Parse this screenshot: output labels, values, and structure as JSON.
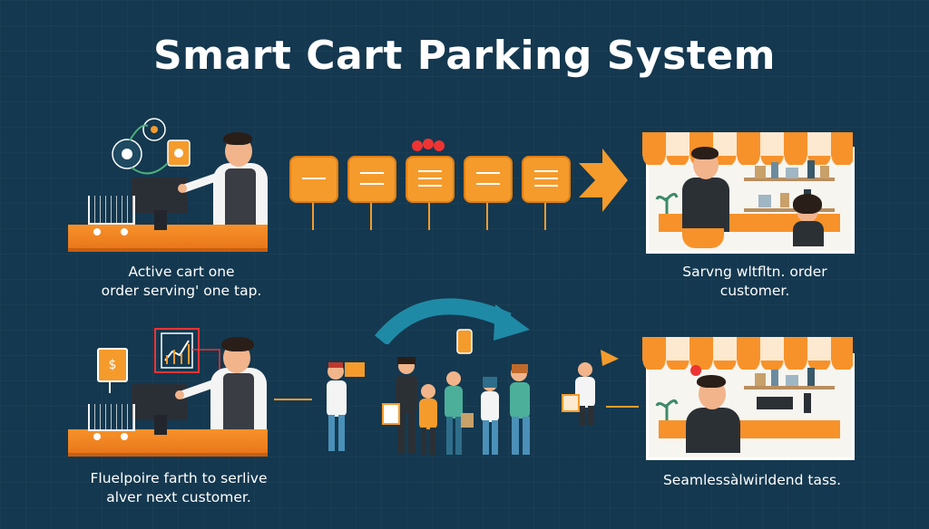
{
  "title": "Smart Cart Parking System",
  "captions": {
    "top_left": [
      "Active cart one",
      "order serving' one tap."
    ],
    "top_right": [
      "Sarvng wltfltn. order",
      "customer."
    ],
    "bottom_left": [
      "Fluelpoire farth to serlive",
      "alver next customer."
    ],
    "bottom_right": [
      "Seamlessàlwirldend tass."
    ]
  },
  "icons": {
    "cart": "shopping-cart-icon",
    "pos": "cash-register-icon",
    "queue": "queue-step-icon",
    "arrow": "chevron-right-arrow-icon",
    "curved_arrow": "curved-arrow-icon",
    "shop": "storefront-icon"
  },
  "colors": {
    "background": "#14384f",
    "accent": "#f49b2c",
    "text": "#ffffff"
  }
}
